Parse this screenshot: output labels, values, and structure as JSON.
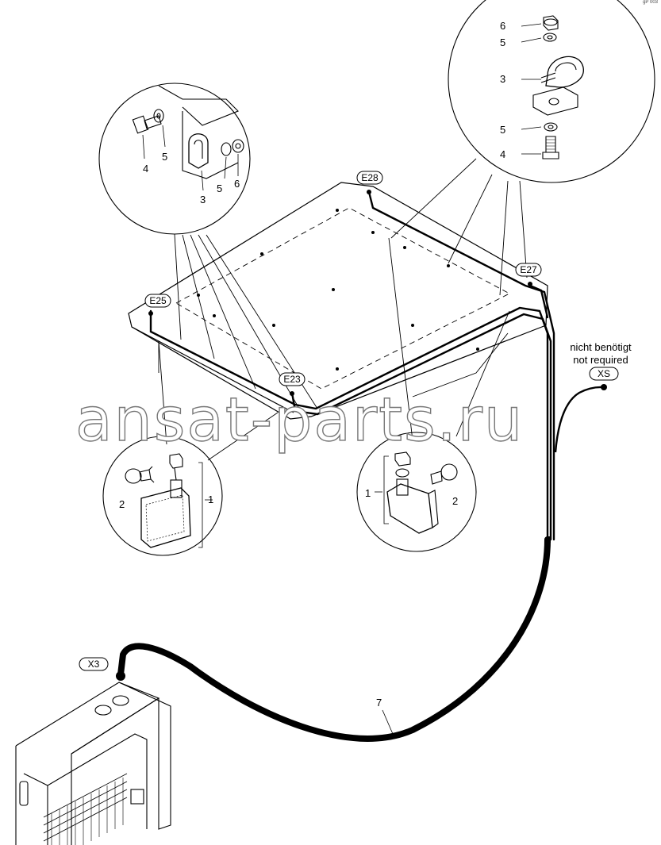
{
  "corner_mark": "gP 003",
  "connectors": {
    "e25": "E25",
    "e23": "E23",
    "e28": "E28",
    "e27": "E27",
    "xs": "XS",
    "x3": "X3"
  },
  "note": {
    "line1": "nicht benötigt",
    "line2": "not required"
  },
  "callouts": {
    "c1a": "1",
    "c1b": "1",
    "c2a": "2",
    "c2b": "2",
    "c3a": "3",
    "c3b": "3",
    "c4a": "4",
    "c4b": "4",
    "c5a": "5",
    "c5b": "5",
    "c5c": "5",
    "c5d": "5",
    "c6a": "6",
    "c6b": "6",
    "c7": "7"
  },
  "watermark": "ansat-parts.ru"
}
